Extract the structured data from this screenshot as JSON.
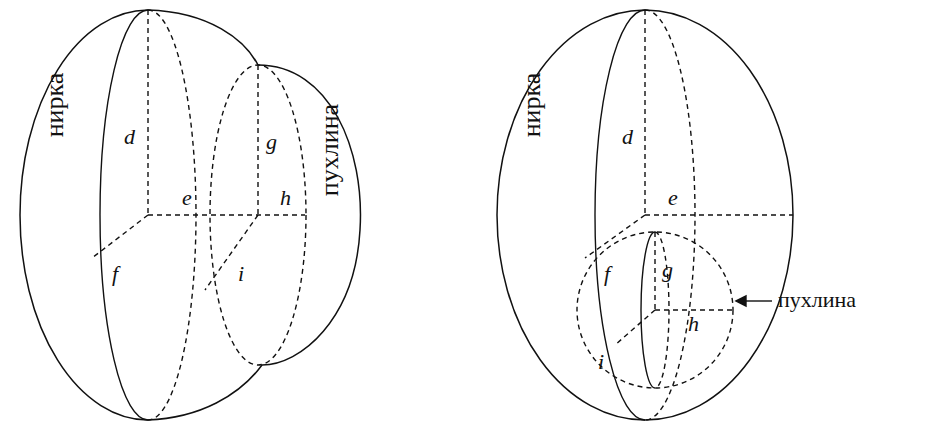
{
  "diagram": {
    "nodes": [
      {
        "text": [
          "нирка"
        ]
      },
      {
        "text": [
          "пухлина"
        ]
      },
      {
        "text": [
          "нирка"
        ]
      }
    ],
    "labels": [
      "d",
      "e",
      "f",
      "g",
      "h",
      "i",
      "d",
      "e",
      "f",
      "g",
      "h",
      "i",
      "пухлина"
    ]
  }
}
